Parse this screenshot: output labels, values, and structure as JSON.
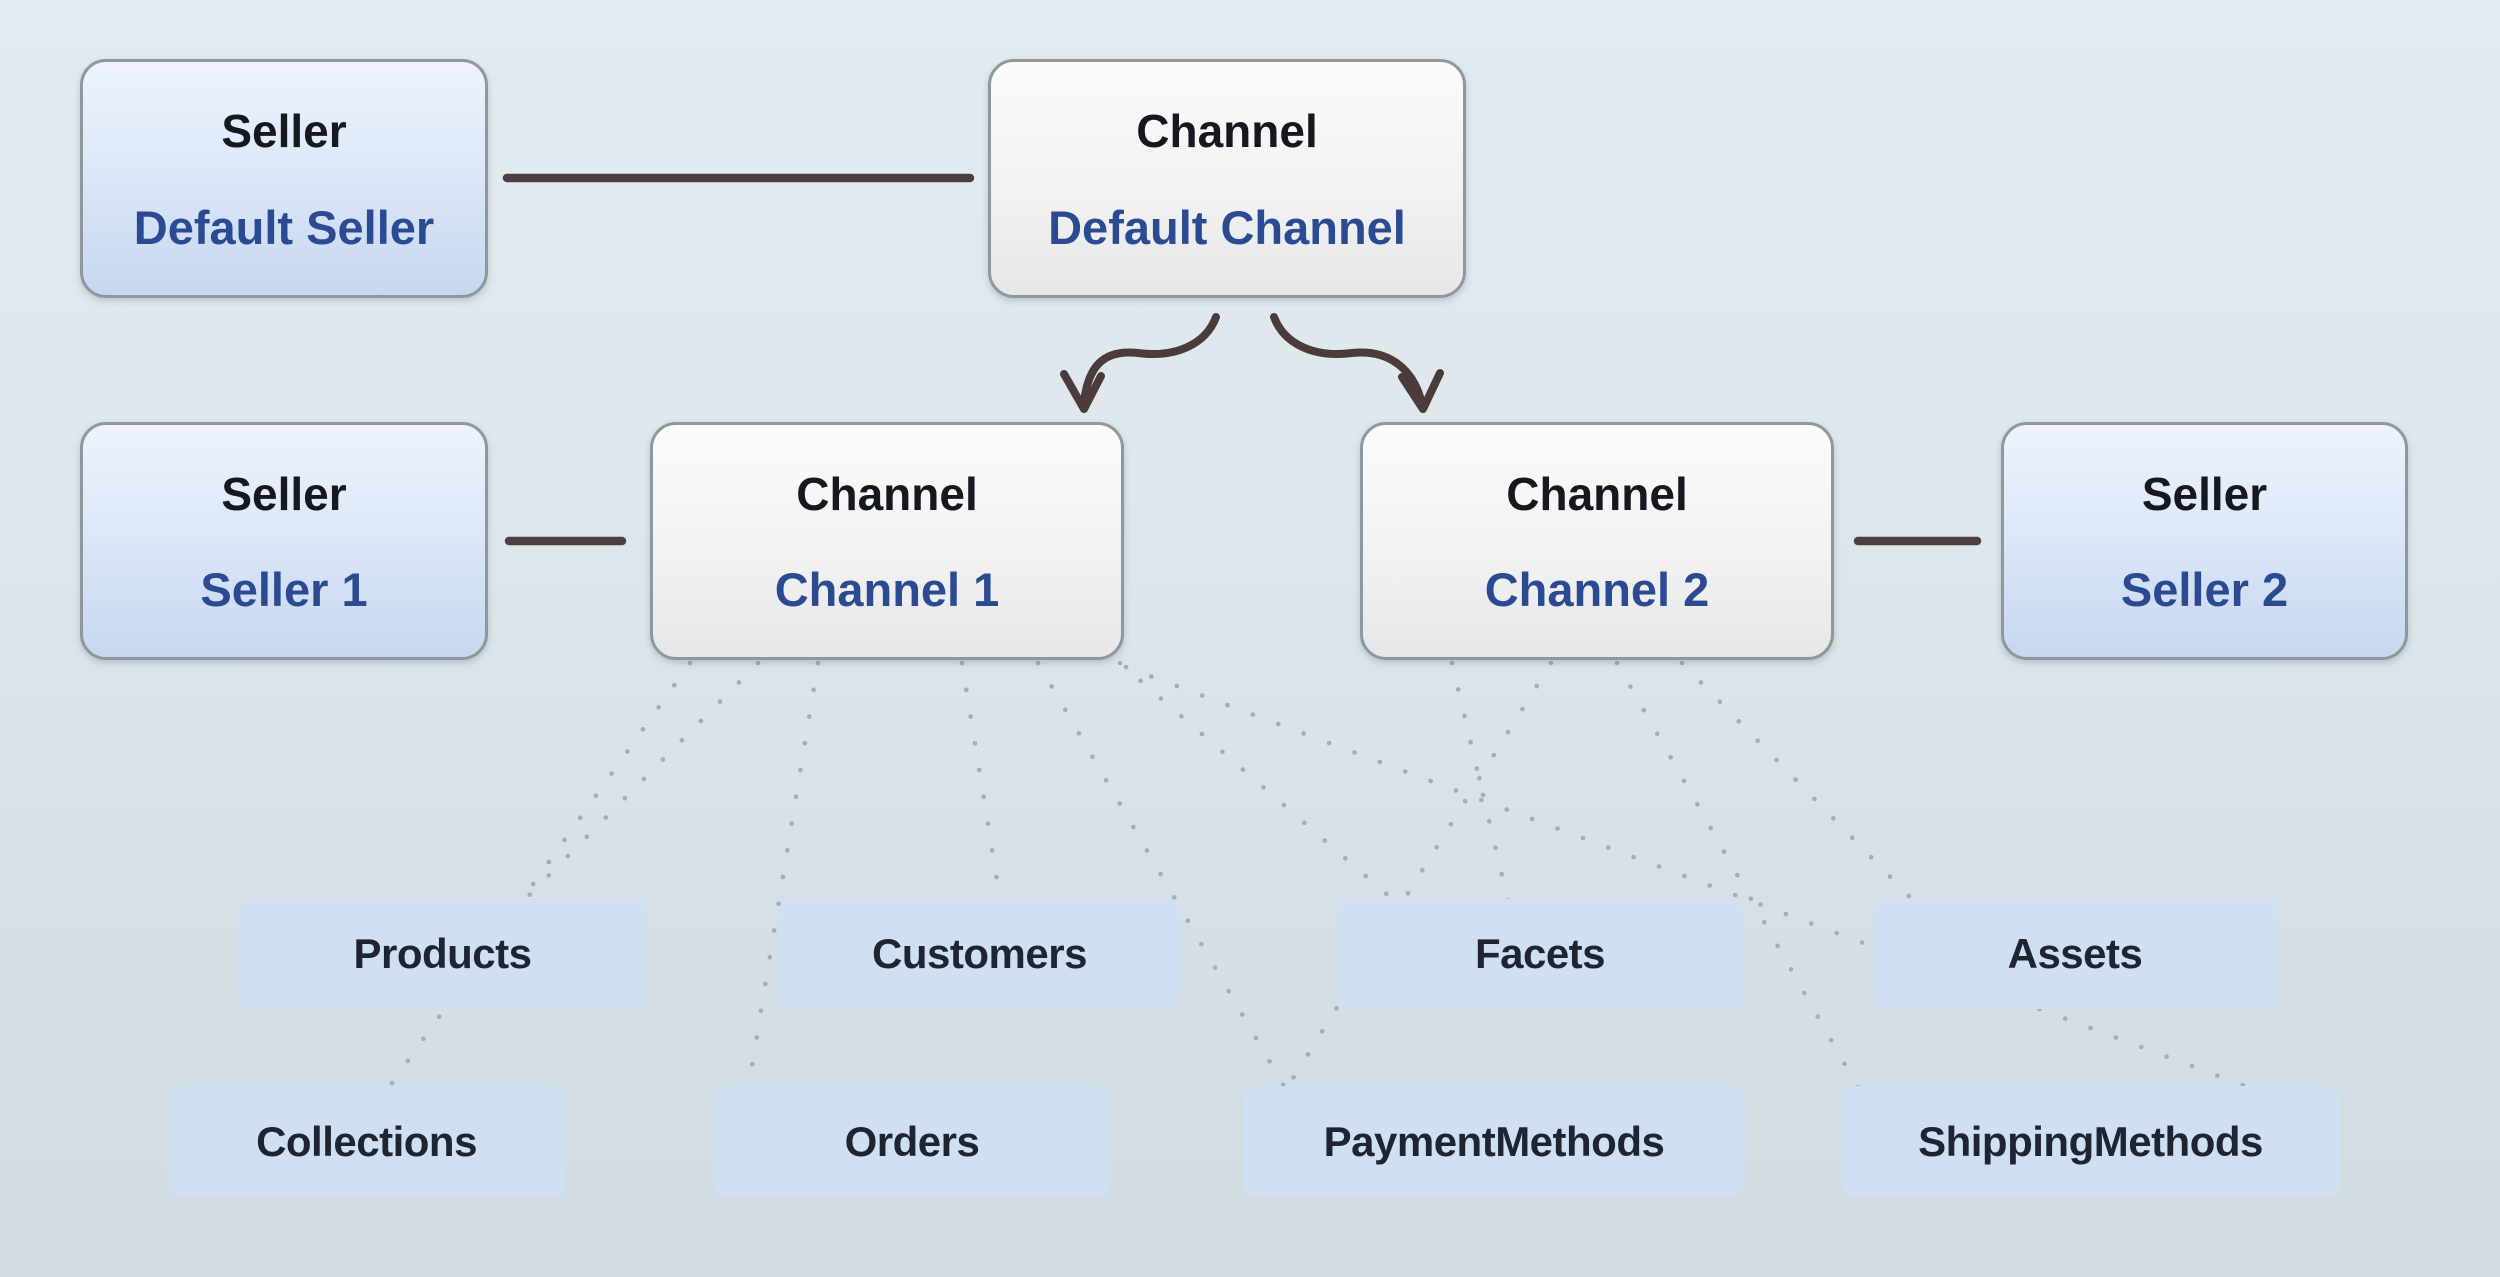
{
  "nodes": {
    "default_seller": {
      "type": "Seller",
      "name": "Default Seller"
    },
    "default_channel": {
      "type": "Channel",
      "name": "Default Channel"
    },
    "seller_1": {
      "type": "Seller",
      "name": "Seller 1"
    },
    "channel_1": {
      "type": "Channel",
      "name": "Channel 1"
    },
    "channel_2": {
      "type": "Channel",
      "name": "Channel 2"
    },
    "seller_2": {
      "type": "Seller",
      "name": "Seller 2"
    }
  },
  "entities": {
    "row1": [
      {
        "label": "Products"
      },
      {
        "label": "Customers"
      },
      {
        "label": "Facets"
      },
      {
        "label": "Assets"
      }
    ],
    "row2": [
      {
        "label": "Collections"
      },
      {
        "label": "Orders"
      },
      {
        "label": "PaymentMethods"
      },
      {
        "label": "ShippingMethods"
      }
    ]
  },
  "connections": [
    {
      "from": "default_seller",
      "to": "default_channel",
      "style": "solid-line"
    },
    {
      "from": "seller_1",
      "to": "channel_1",
      "style": "solid-line"
    },
    {
      "from": "seller_2",
      "to": "channel_2",
      "style": "solid-line"
    },
    {
      "from": "default_channel",
      "to": "channel_1",
      "style": "curved-arrow"
    },
    {
      "from": "default_channel",
      "to": "channel_2",
      "style": "curved-arrow"
    },
    {
      "from": "channel_1",
      "to": "Collections",
      "style": "dotted-line"
    },
    {
      "from": "channel_1",
      "to": "Products",
      "style": "dotted-line"
    },
    {
      "from": "channel_1",
      "to": "Orders",
      "style": "dotted-line"
    },
    {
      "from": "channel_1",
      "to": "Customers",
      "style": "dotted-line"
    },
    {
      "from": "channel_1",
      "to": "PaymentMethods",
      "style": "dotted-line"
    },
    {
      "from": "channel_1",
      "to": "Facets",
      "style": "dotted-line"
    },
    {
      "from": "channel_1",
      "to": "ShippingMethods",
      "style": "dotted-line"
    },
    {
      "from": "channel_2",
      "to": "Facets",
      "style": "dotted-line"
    },
    {
      "from": "channel_2",
      "to": "PaymentMethods",
      "style": "dotted-line"
    },
    {
      "from": "channel_2",
      "to": "ShippingMethods",
      "style": "dotted-line"
    },
    {
      "from": "channel_2",
      "to": "Assets",
      "style": "dotted-line"
    }
  ],
  "colors": {
    "background_top": "#e3ebf0",
    "background_bottom": "#d2dce0",
    "seller_box_top": "#eef3fc",
    "seller_box_bottom": "#c6d7f0",
    "channel_box_top": "#fbfbfc",
    "channel_box_bottom": "#e6e7e8",
    "box_border": "#8f989f",
    "type_text": "#16181f",
    "name_text": "#2a4b92",
    "entity_fill": "#cfe0f2",
    "entity_text": "#1e2430",
    "solid_line": "#4d3f3f",
    "dotted_line": "#a2adb4"
  }
}
